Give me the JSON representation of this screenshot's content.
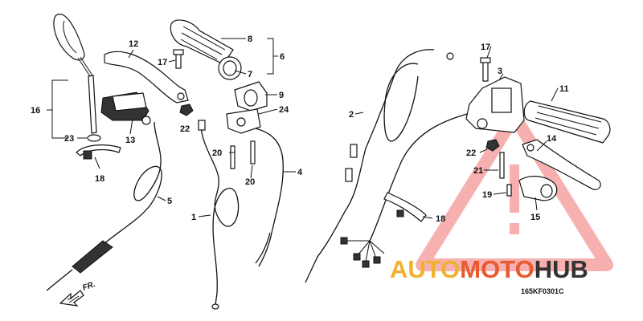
{
  "diagram_code": "165KF0301C",
  "direction_label": "FR.",
  "watermark": {
    "part1": "AUTO",
    "part2": "MOTO",
    "part3": "HUB",
    "color1": "#f0b030",
    "color2": "#e85a30",
    "color3": "#333333",
    "triangle_color": "#f07070"
  },
  "callouts": {
    "c1": "1",
    "c2": "2",
    "c3": "3",
    "c4": "4",
    "c5": "5",
    "c6": "6",
    "c7": "7",
    "c8": "8",
    "c9": "9",
    "c11": "11",
    "c12": "12",
    "c13": "13",
    "c14": "14",
    "c15": "15",
    "c16": "16",
    "c17a": "17",
    "c17b": "17",
    "c18a": "18",
    "c18b": "18",
    "c19": "19",
    "c20a": "20",
    "c20b": "20",
    "c21": "21",
    "c22a": "22",
    "c22b": "22",
    "c23": "23",
    "c24": "24"
  }
}
